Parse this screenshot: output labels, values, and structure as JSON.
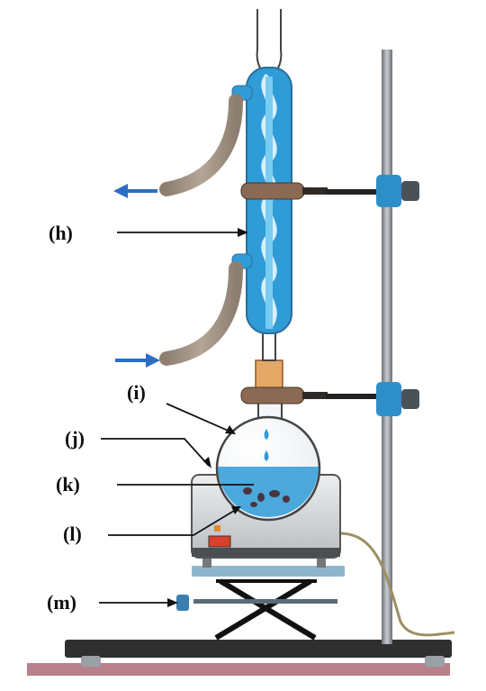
{
  "labels": {
    "h": "(h)",
    "i": "(i)",
    "j": "(j)",
    "k": "(k)",
    "l": "(l)",
    "m": "(m)"
  },
  "colors": {
    "water_blue": "#2f9bd7",
    "condenser_inner": "#79cdf1",
    "tubing": "#a39484",
    "clamp_brown": "#8a6a55",
    "metal_gray": "#9aa0a6",
    "boss_blue": "#2e8fc8",
    "flow_arrow": "#2a6fc4",
    "heater_body": "#d7d9da",
    "base_dark": "#333333",
    "bench": "#b7808a"
  },
  "icons": [
    "water-outflow-arrow",
    "water-inflow-arrow",
    "water-droplet",
    "boiling-chip"
  ]
}
